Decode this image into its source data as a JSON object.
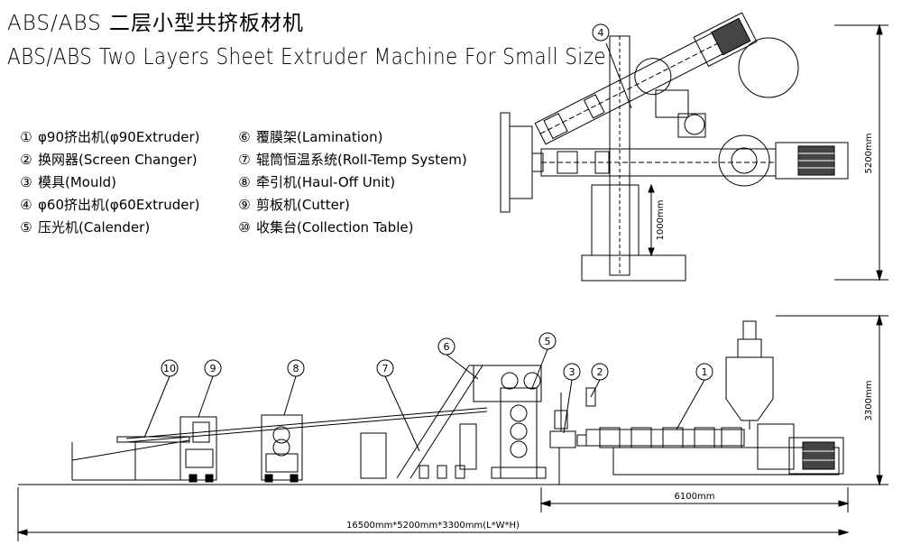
{
  "title_cn": "ABS/ABS 二层小型共挤板材机",
  "title_en": "ABS/ABS Two Layers Sheet Extruder Machine For Small Size",
  "legend": [
    {
      "num": "①",
      "label": "φ90挤出机(φ90Extruder)"
    },
    {
      "num": "②",
      "label": "换网器(Screen Changer)"
    },
    {
      "num": "③",
      "label": "模具(Mould)"
    },
    {
      "num": "④",
      "label": "φ60挤出机(φ60Extruder)"
    },
    {
      "num": "⑤",
      "label": "压光机(Calender)"
    },
    {
      "num": "⑥",
      "label": "覆膜架(Lamination)"
    },
    {
      "num": "⑦",
      "label": "辊筒恒温系统(Roll-Temp System)"
    },
    {
      "num": "⑧",
      "label": "牵引机(Haul-Off Unit)"
    },
    {
      "num": "⑨",
      "label": "剪板机(Cutter)"
    },
    {
      "num": "⑩",
      "label": "收集台(Collection Table)"
    }
  ],
  "dimensions": {
    "height_top": "5200mm",
    "height_platform": "1000mm",
    "height_side": "3300mm",
    "extruder_length": "6100mm",
    "overall": "16500mm*5200mm*3300mm(L*W*H)"
  },
  "callouts": {
    "c1": "1",
    "c2": "2",
    "c3": "3",
    "c4": "4",
    "c5": "5",
    "c6": "6",
    "c7": "7",
    "c8": "8",
    "c9": "9",
    "c10": "10"
  }
}
